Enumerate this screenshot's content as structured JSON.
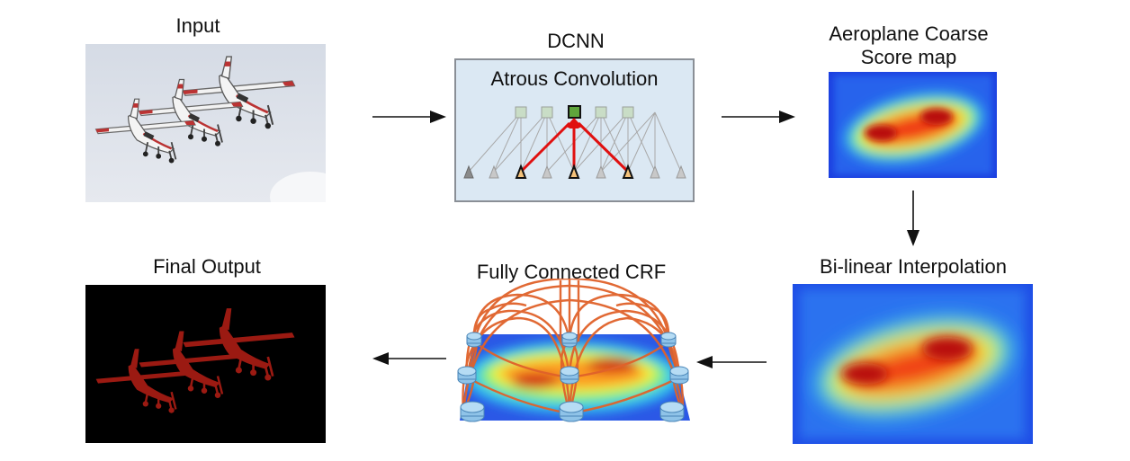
{
  "labels": {
    "input": "Input",
    "dcnn": "DCNN",
    "atrous": "Atrous Convolution",
    "coarse_line1": "Aeroplane Coarse",
    "coarse_line2": "Score map",
    "bilinear": "Bi-linear Interpolation",
    "crf": "Fully Connected CRF",
    "final": "Final Output"
  },
  "colors": {
    "sky": "#dfe4ec",
    "dcnn_box": "#dbe8f3",
    "dcnn_border": "#8a8f96",
    "red_arrow": "#e01010",
    "highlight_green": "#5fa53c",
    "triangle_orange": "#f5c27a",
    "crf_edge": "#e0622a",
    "node_blue": "#8fc3e8",
    "mask_red": "#9b1a12",
    "background_black": "#000000"
  },
  "icons": {
    "flow": "arrow-right-icon",
    "down": "arrow-down-icon",
    "back": "arrow-left-icon"
  }
}
